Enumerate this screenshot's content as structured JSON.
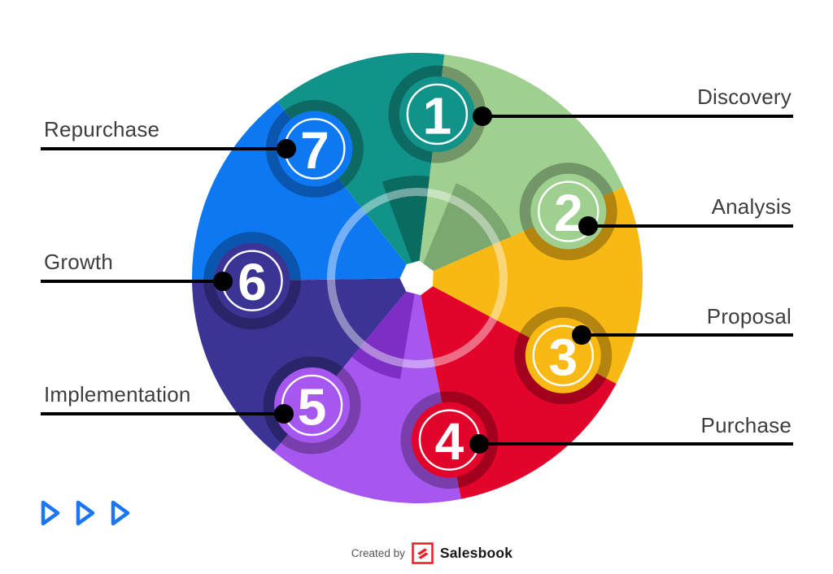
{
  "diagram": {
    "name": "7-step sales cycle wheel",
    "steps": [
      {
        "num": "1",
        "label": "Discovery",
        "color": "#12938A",
        "shade": "#0A6C60",
        "has_blade": true,
        "side": "right"
      },
      {
        "num": "2",
        "label": "Analysis",
        "color": "#9FD08F",
        "shade": "#7BA771",
        "has_blade": true,
        "side": "right"
      },
      {
        "num": "3",
        "label": "Proposal",
        "color": "#F9B914",
        "shade": "#B5870F",
        "has_blade": false,
        "side": "right"
      },
      {
        "num": "4",
        "label": "Purchase",
        "color": "#E2042B",
        "shade": "#A00320",
        "has_blade": false,
        "side": "right"
      },
      {
        "num": "5",
        "label": "Implementation",
        "color": "#A557EF",
        "shade": "#7D2FC5",
        "has_blade": true,
        "side": "left"
      },
      {
        "num": "6",
        "label": "Growth",
        "color": "#3B3494",
        "shade": "#2A2468",
        "has_blade": false,
        "side": "left"
      },
      {
        "num": "7",
        "label": "Repurchase",
        "color": "#0E78F2",
        "shade": "#0A56AD",
        "has_blade": false,
        "side": "left"
      }
    ],
    "center_shape": "white-heptagon",
    "connector_color": "#000000",
    "badge_number_color": "#ffffff"
  },
  "nav_arrows": {
    "icon": "play-triangle-icon",
    "count": 3,
    "color": "#1B76F2"
  },
  "footer": {
    "created_by_label": "Created by",
    "brand_name": "Salesbook",
    "logo_icon": "salesbook-s-icon",
    "logo_color": "#E4252C"
  }
}
